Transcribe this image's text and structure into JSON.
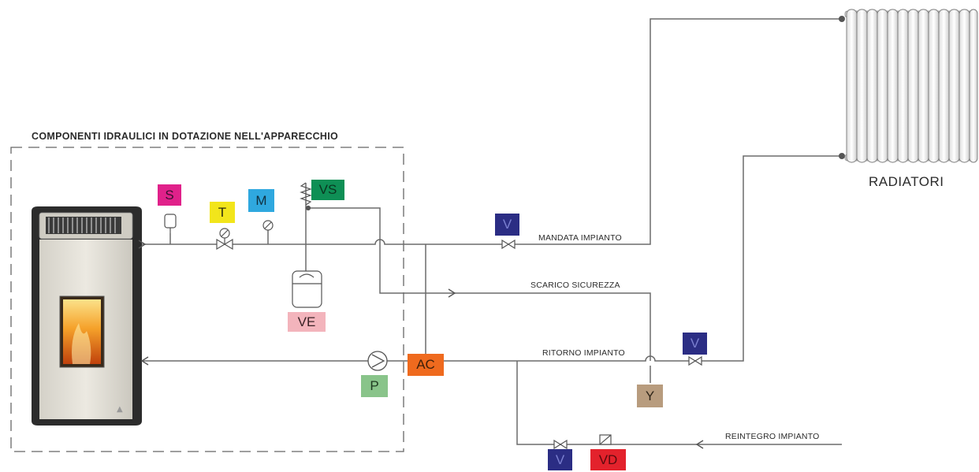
{
  "section_title": "COMPONENTI IDRAULICI IN DOTAZIONE NELL'APPARECCHIO",
  "radiators_label": "RADIATORI",
  "pipe_labels": {
    "supply": "MANDATA IMPIANTO",
    "safety_discharge": "SCARICO SICUREZZA",
    "return": "RITORNO IMPIANTO",
    "refill": "REINTEGRO IMPIANTO"
  },
  "components": {
    "s": {
      "label": "S",
      "color": "#e0218a",
      "text_color": "#3a1030"
    },
    "t": {
      "label": "T",
      "color": "#f2e51b",
      "text_color": "#2a2a10"
    },
    "m": {
      "label": "M",
      "color": "#2fa8df",
      "text_color": "#103040"
    },
    "vs": {
      "label": "VS",
      "color": "#0e8f55",
      "text_color": "#0a3520"
    },
    "ve": {
      "label": "VE",
      "color": "#f3b4bc",
      "text_color": "#3a2226"
    },
    "p": {
      "label": "P",
      "color": "#89c48a",
      "text_color": "#1f3a20"
    },
    "ac": {
      "label": "AC",
      "color": "#ef6a1e",
      "text_color": "#40200a"
    },
    "v_supply": {
      "label": "V",
      "color": "#2b2d84",
      "text_color": "#7a7fd0"
    },
    "v_return": {
      "label": "V",
      "color": "#2b2d84",
      "text_color": "#7a7fd0"
    },
    "y": {
      "label": "Y",
      "color": "#b89c7e",
      "text_color": "#2e2418"
    },
    "v_refill": {
      "label": "V",
      "color": "#2b2d84",
      "text_color": "#7a7fd0"
    },
    "vd": {
      "label": "VD",
      "color": "#e3222c",
      "text_color": "#5a0a0e"
    }
  }
}
